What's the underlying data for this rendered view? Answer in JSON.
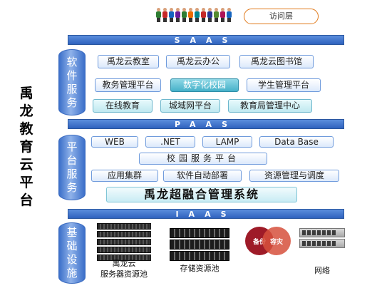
{
  "side_title": "禹龙教育云平台",
  "access_layer": "访问层",
  "user_colors": [
    "#2e7d32",
    "#c62828",
    "#1565c0",
    "#6a1b9a",
    "#2e7d32",
    "#ef6c00",
    "#00838f",
    "#c62828",
    "#283593",
    "#558b2f",
    "#ad1457",
    "#1565c0"
  ],
  "saas": {
    "bar_label": "SAAS",
    "side_label": "软件服务",
    "rows": [
      [
        "禹龙云教室",
        "禹龙云办公",
        "禹龙云图书馆"
      ],
      [
        "教务管理平台",
        "数字化校园",
        "学生管理平台"
      ],
      [
        "在线教育",
        "城域网平台",
        "教育局管理中心"
      ]
    ]
  },
  "paas": {
    "bar_label": "PAAS",
    "side_label": "平台服务",
    "row1": [
      "WEB",
      ".NET",
      "LAMP",
      "Data Base"
    ],
    "campus_platform": "校园服务平台",
    "row3": [
      "应用集群",
      "软件自动部署",
      "资源管理与调度"
    ],
    "fusion_system": "禹龙超融合管理系统"
  },
  "iaas": {
    "bar_label": "IAAS",
    "side_label": "基础设施",
    "server_label_1": "禹龙云",
    "server_label_2": "服务器资源池",
    "storage_label": "存储资源池",
    "backup_left": "备份",
    "backup_right": "容灾",
    "network_label": "网络"
  },
  "colors": {
    "bar": "#2f62be",
    "access_border": "#e0791a",
    "highlight": "#46b1c9"
  }
}
